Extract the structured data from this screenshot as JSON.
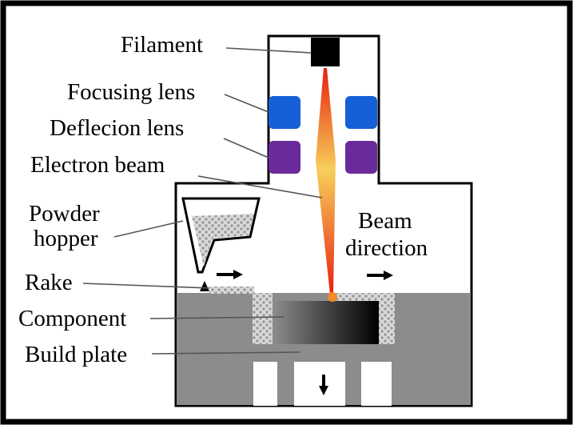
{
  "labels": {
    "filament": "Filament",
    "focusing_lens": "Focusing lens",
    "deflection_lens": "Deflecion lens",
    "electron_beam": "Electron beam",
    "powder_hopper_line1": "Powder",
    "powder_hopper_line2": "hopper",
    "rake": "Rake",
    "component": "Component",
    "build_plate": "Build plate",
    "beam_direction_line1": "Beam",
    "beam_direction_line2": "direction"
  },
  "colors": {
    "frame": "#000000",
    "filament": "#000000",
    "focusing_lens": "#1560d6",
    "deflection_lens": "#6b2a9a",
    "beam_top": "#e8200f",
    "beam_mid": "#f7cf5a",
    "build_area": "#8c8c8c",
    "powder_bed": "#a8a8a8",
    "melt_spot": "#f08a2a"
  },
  "icons": {
    "rake_arrow": "arrow-right-icon",
    "beam_arrow": "arrow-right-icon",
    "plate_arrow": "arrow-down-icon"
  }
}
